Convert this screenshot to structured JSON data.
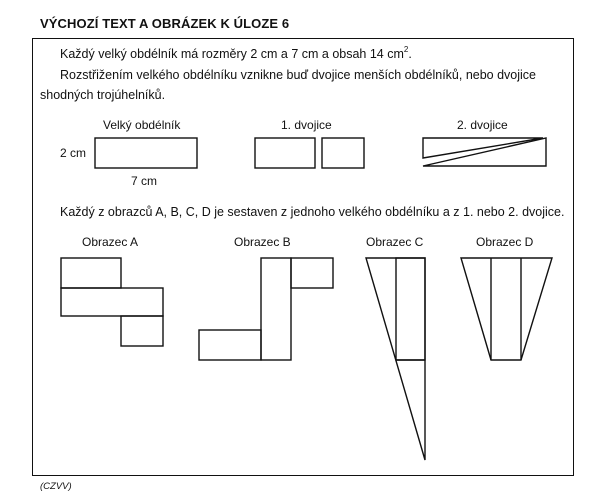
{
  "heading": "VÝCHOZÍ TEXT A OBRÁZEK K ÚLOZE 6",
  "intro": {
    "line1_pre": "Každý velký obdélník má rozměry 2 cm a 7 cm a obsah 14 cm",
    "line1_sup": "2",
    "line1_post": ".",
    "line2": "Rozstřižením velkého obdélníku vznikne buď dvojice menších obdélníků, nebo dvojice",
    "line3": "shodných trojúhelníků."
  },
  "shapes_row": {
    "big_rect_label": "Velký obdélník",
    "height_label": "2 cm",
    "width_label": "7 cm",
    "pair1_label": "1. dvojice",
    "pair2_label": "2. dvojice"
  },
  "question": "Každý z obrazců A, B, C, D je sestaven z jednoho velkého obdélníku a z 1. nebo 2. dvojice.",
  "figures": {
    "a": "Obrazec A",
    "b": "Obrazec B",
    "c": "Obrazec C",
    "d": "Obrazec D"
  },
  "source": "(CZVV)"
}
